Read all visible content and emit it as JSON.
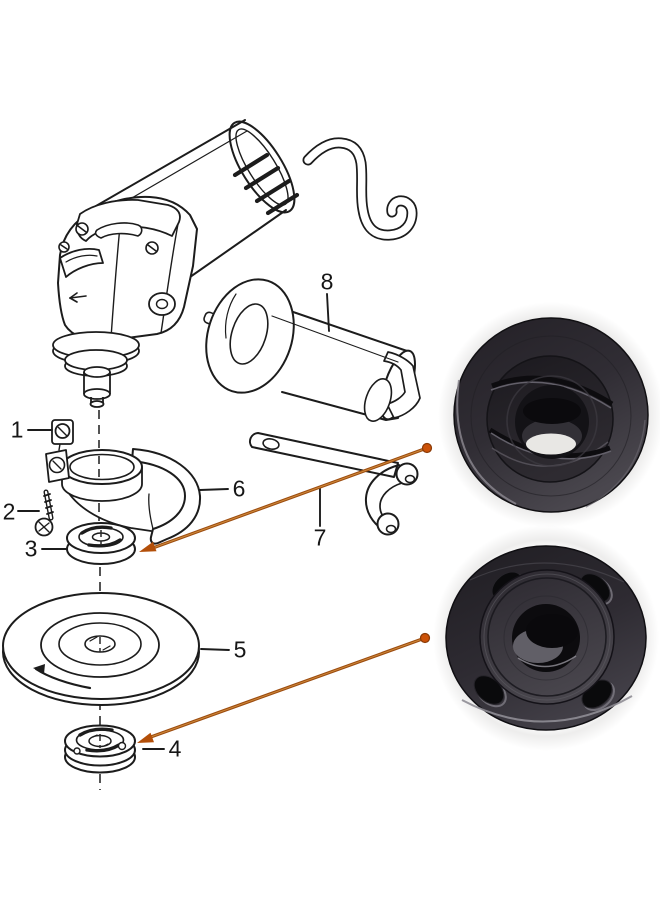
{
  "image": {
    "kind": "exploded-parts-diagram-with-product-photos",
    "subject": "angle-grinder flange nut set",
    "background_color": "#ffffff",
    "line_color": "#1c1c1c",
    "accent_arrow_color": "#a9530f",
    "arrow_dot_color": "#c95408"
  },
  "part_labels": [
    {
      "number": "1",
      "part": "guard-clamp-nut"
    },
    {
      "number": "2",
      "part": "guard-clamp-screw"
    },
    {
      "number": "3",
      "part": "inner-flange"
    },
    {
      "number": "4",
      "part": "outer-lock-nut"
    },
    {
      "number": "5",
      "part": "grinding-wheel"
    },
    {
      "number": "6",
      "part": "wheel-guard"
    },
    {
      "number": "7",
      "part": "pin-wrench"
    },
    {
      "number": "8",
      "part": "side-handle"
    }
  ],
  "photos": [
    {
      "id": "photo-1",
      "depicts": "black lock nut with shutter-style slotted face and large center bore"
    },
    {
      "id": "photo-2",
      "depicts": "black outer flange nut with four oval holes and round center bore"
    }
  ],
  "callouts": [
    {
      "from": "part-3",
      "to": "photo-1"
    },
    {
      "from": "part-4",
      "to": "photo-2"
    }
  ]
}
